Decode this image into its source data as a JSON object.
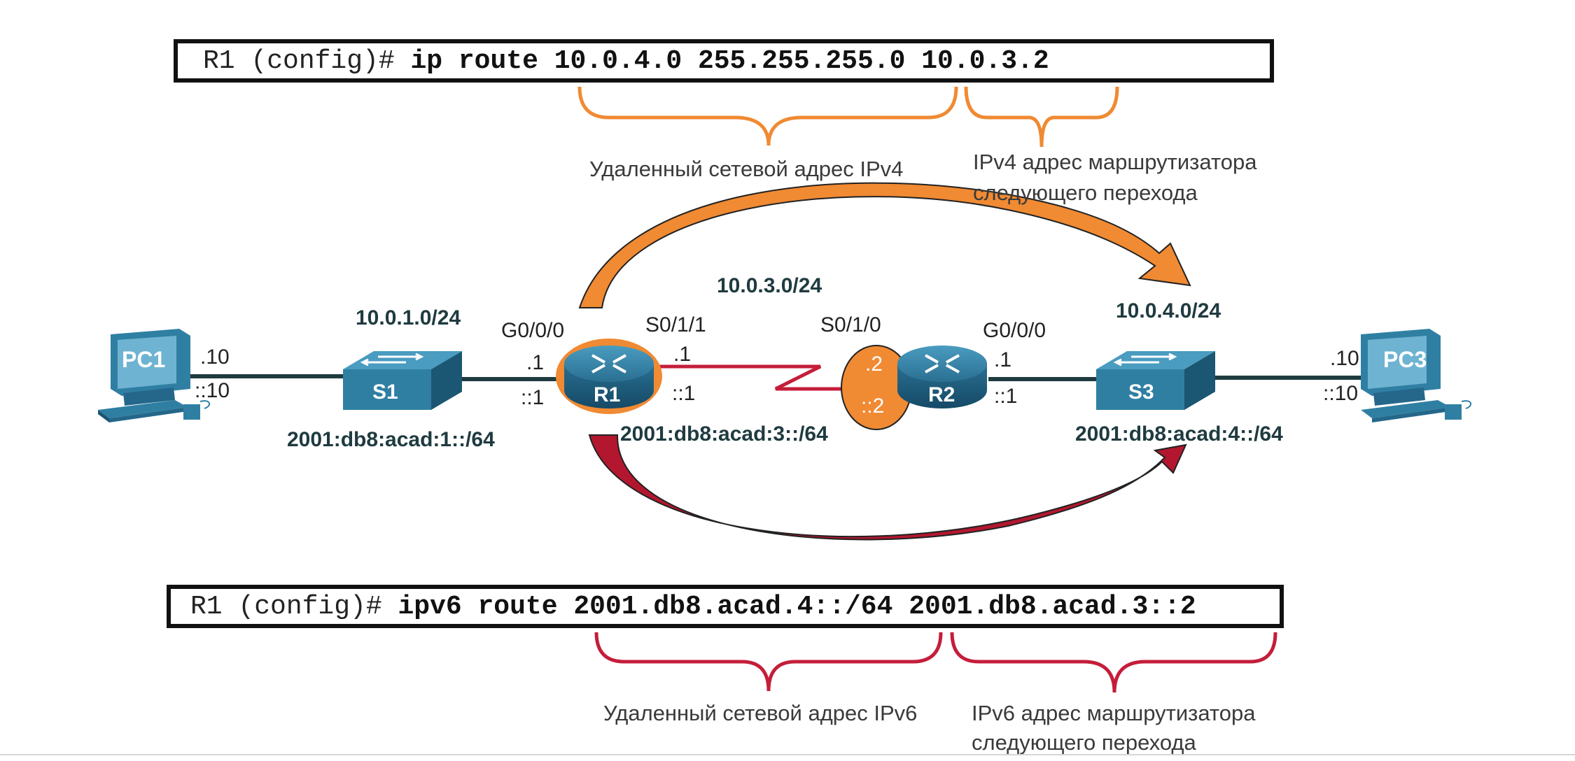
{
  "ipv4_command": {
    "prompt": "R1 (config)#",
    "keyword": "ip route",
    "network": "10.0.4.0 255.255.255.0",
    "next_hop": "10.0.3.2"
  },
  "ipv6_command": {
    "prompt": "R1 (config)#",
    "keyword": "ipv6 route",
    "network": "2001.db8.acad.4::/64",
    "next_hop": "2001.db8.acad.3::2"
  },
  "captions": {
    "ipv4_remote": "Удаленный сетевой адрес IPv4",
    "ipv4_nexthop_1": "IPv4 адрес маршрутизатора",
    "ipv4_nexthop_2": "следующего перехода",
    "ipv6_remote": "Удаленный сетевой адрес IPv6",
    "ipv6_nexthop_1": "IPv6 адрес маршрутизатора",
    "ipv6_nexthop_2": "следующего перехода"
  },
  "networks": {
    "lan1_v4": "10.0.1.0/24",
    "lan1_v6": "2001:db8:acad:1::/64",
    "wan_v4": "10.0.3.0/24",
    "wan_v6": "2001:db8:acad:3::/64",
    "lan4_v4": "10.0.4.0/24",
    "lan4_v6": "2001:db8:acad:4::/64"
  },
  "devices": {
    "pc1": "PC1",
    "s1": "S1",
    "r1": "R1",
    "r2": "R2",
    "s3": "S3",
    "pc3": "PC3"
  },
  "ports": {
    "pc1_v4": ".10",
    "pc1_v6": "::10",
    "r1_g000": "G0/0/0",
    "r1_g_v4": ".1",
    "r1_g_v6": "::1",
    "r1_s011": "S0/1/1",
    "r1_s_v4": ".1",
    "r1_s_v6": "::1",
    "r2_s010": "S0/1/0",
    "r2_s_v4": ".2",
    "r2_s_v6": "::2",
    "r2_g000": "G0/0/0",
    "r2_g_v4": ".1",
    "r2_g_v6": "::1",
    "pc3_v4": ".10",
    "pc3_v6": "::10"
  },
  "colors": {
    "ipv4_accent": "#f08a33",
    "ipv6_accent": "#c41e3a",
    "device_blue": "#2f7fa3",
    "link_dark": "#1f3b40"
  }
}
